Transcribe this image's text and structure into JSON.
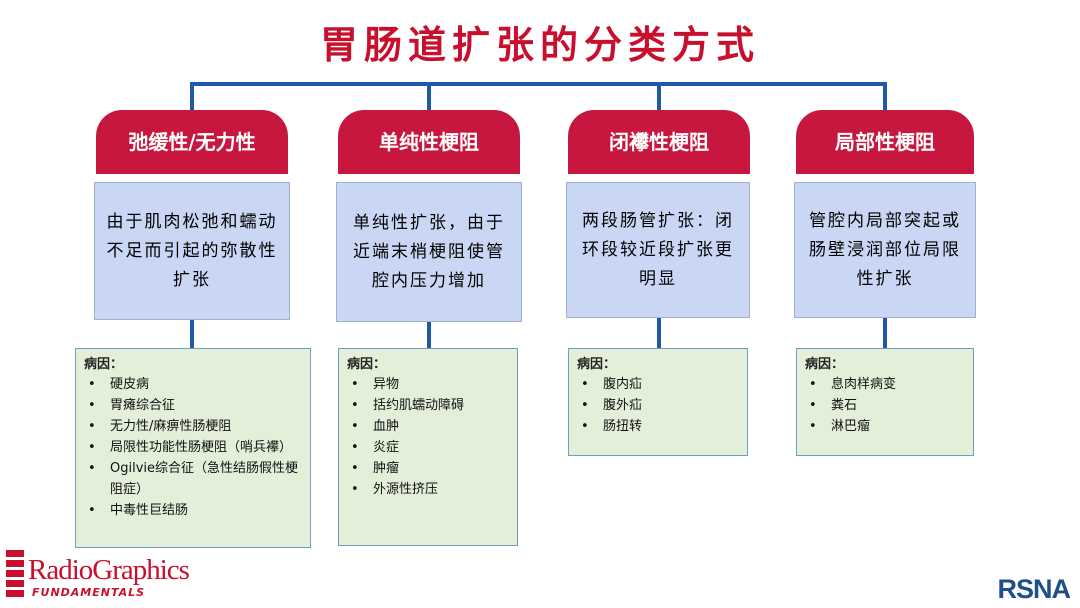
{
  "title": "胃肠道扩张的分类方式",
  "colors": {
    "title": "#c8102e",
    "header_bg": "#c8173f",
    "connector": "#1f5aa8",
    "desc_bg": "#c9d7f5",
    "cause_bg": "#e3efd9",
    "rg_red": "#c8102e",
    "rsna_blue": "#1f4e8c"
  },
  "cause_label": "病因：",
  "columns": [
    {
      "header": "弛缓性/无力性",
      "description": "由于肌肉松弛和蠕动不足而引起的弥散性扩张",
      "causes": [
        "硬皮病",
        "胃瘫综合征",
        "无力性/麻痹性肠梗阻",
        "局限性功能性肠梗阻（哨兵襻）",
        "Ogilvie综合征（急性结肠假性梗阻症）",
        "中毒性巨结肠"
      ]
    },
    {
      "header": "单纯性梗阻",
      "description": "单纯性扩张，由于近端末梢梗阻使管腔内压力增加",
      "causes": [
        "异物",
        "括约肌蠕动障碍",
        "血肿",
        "炎症",
        "肿瘤",
        "外源性挤压"
      ]
    },
    {
      "header": "闭襻性梗阻",
      "description": "两段肠管扩张：闭环段较近段扩张更明显",
      "causes": [
        "腹内疝",
        "腹外疝",
        "肠扭转"
      ]
    },
    {
      "header": "局部性梗阻",
      "description": "管腔内局部突起或肠壁浸润部位局限性扩张",
      "causes": [
        "息肉样病变",
        "粪石",
        "淋巴瘤"
      ]
    }
  ],
  "logos": {
    "radiographics": "RadioGraphics",
    "radiographics_sub": "FUNDAMENTALS",
    "rsna": "RSNA"
  }
}
